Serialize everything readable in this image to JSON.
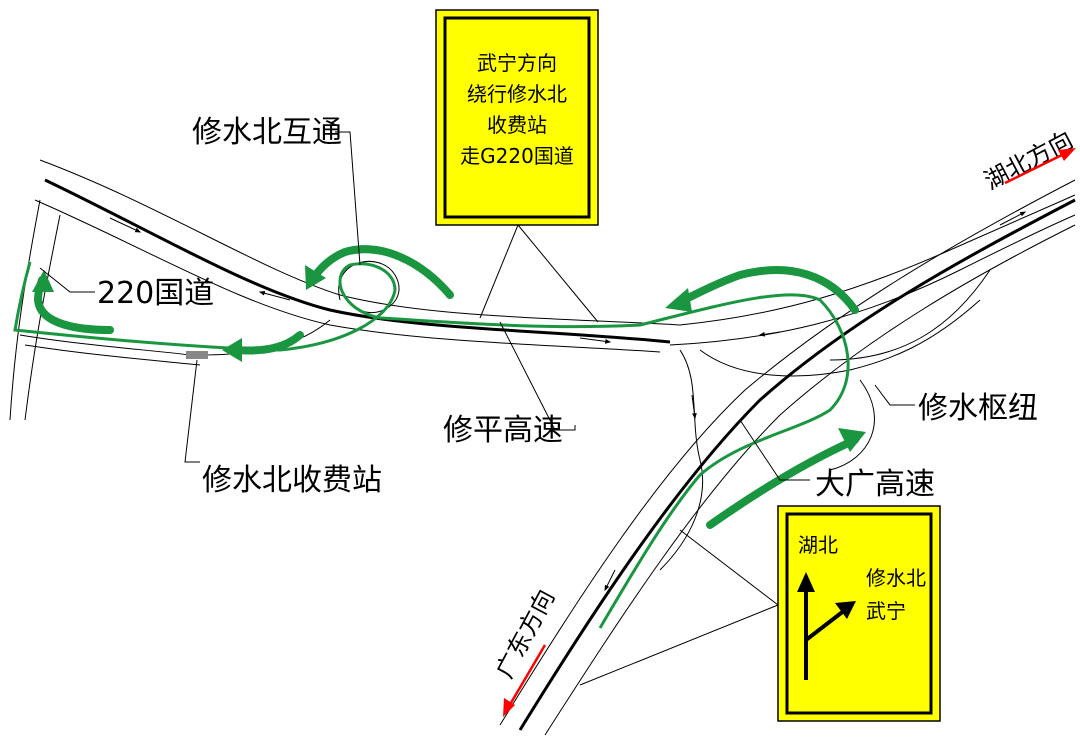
{
  "colors": {
    "route_green": "#1a9641",
    "sign_yellow": "#ffff00",
    "direction_red": "#ff0000",
    "road_line": "#000000"
  },
  "labels": {
    "interchange_north": "修水北互通",
    "national_road": "220国道",
    "toll_station": "修水北收费站",
    "xiuping_expressway": "修平高速",
    "xiushui_hub": "修水枢纽",
    "daguang_expressway": "大广高速"
  },
  "directions": {
    "hubei": "湖北方向",
    "guangdong": "广东方向"
  },
  "sign_top": {
    "lines": [
      "武宁方向",
      "绕行修水北",
      "收费站",
      "走G220国道"
    ]
  },
  "sign_bottom": {
    "up_label": "湖北",
    "right_label_1": "修水北",
    "right_label_2": "武宁"
  }
}
